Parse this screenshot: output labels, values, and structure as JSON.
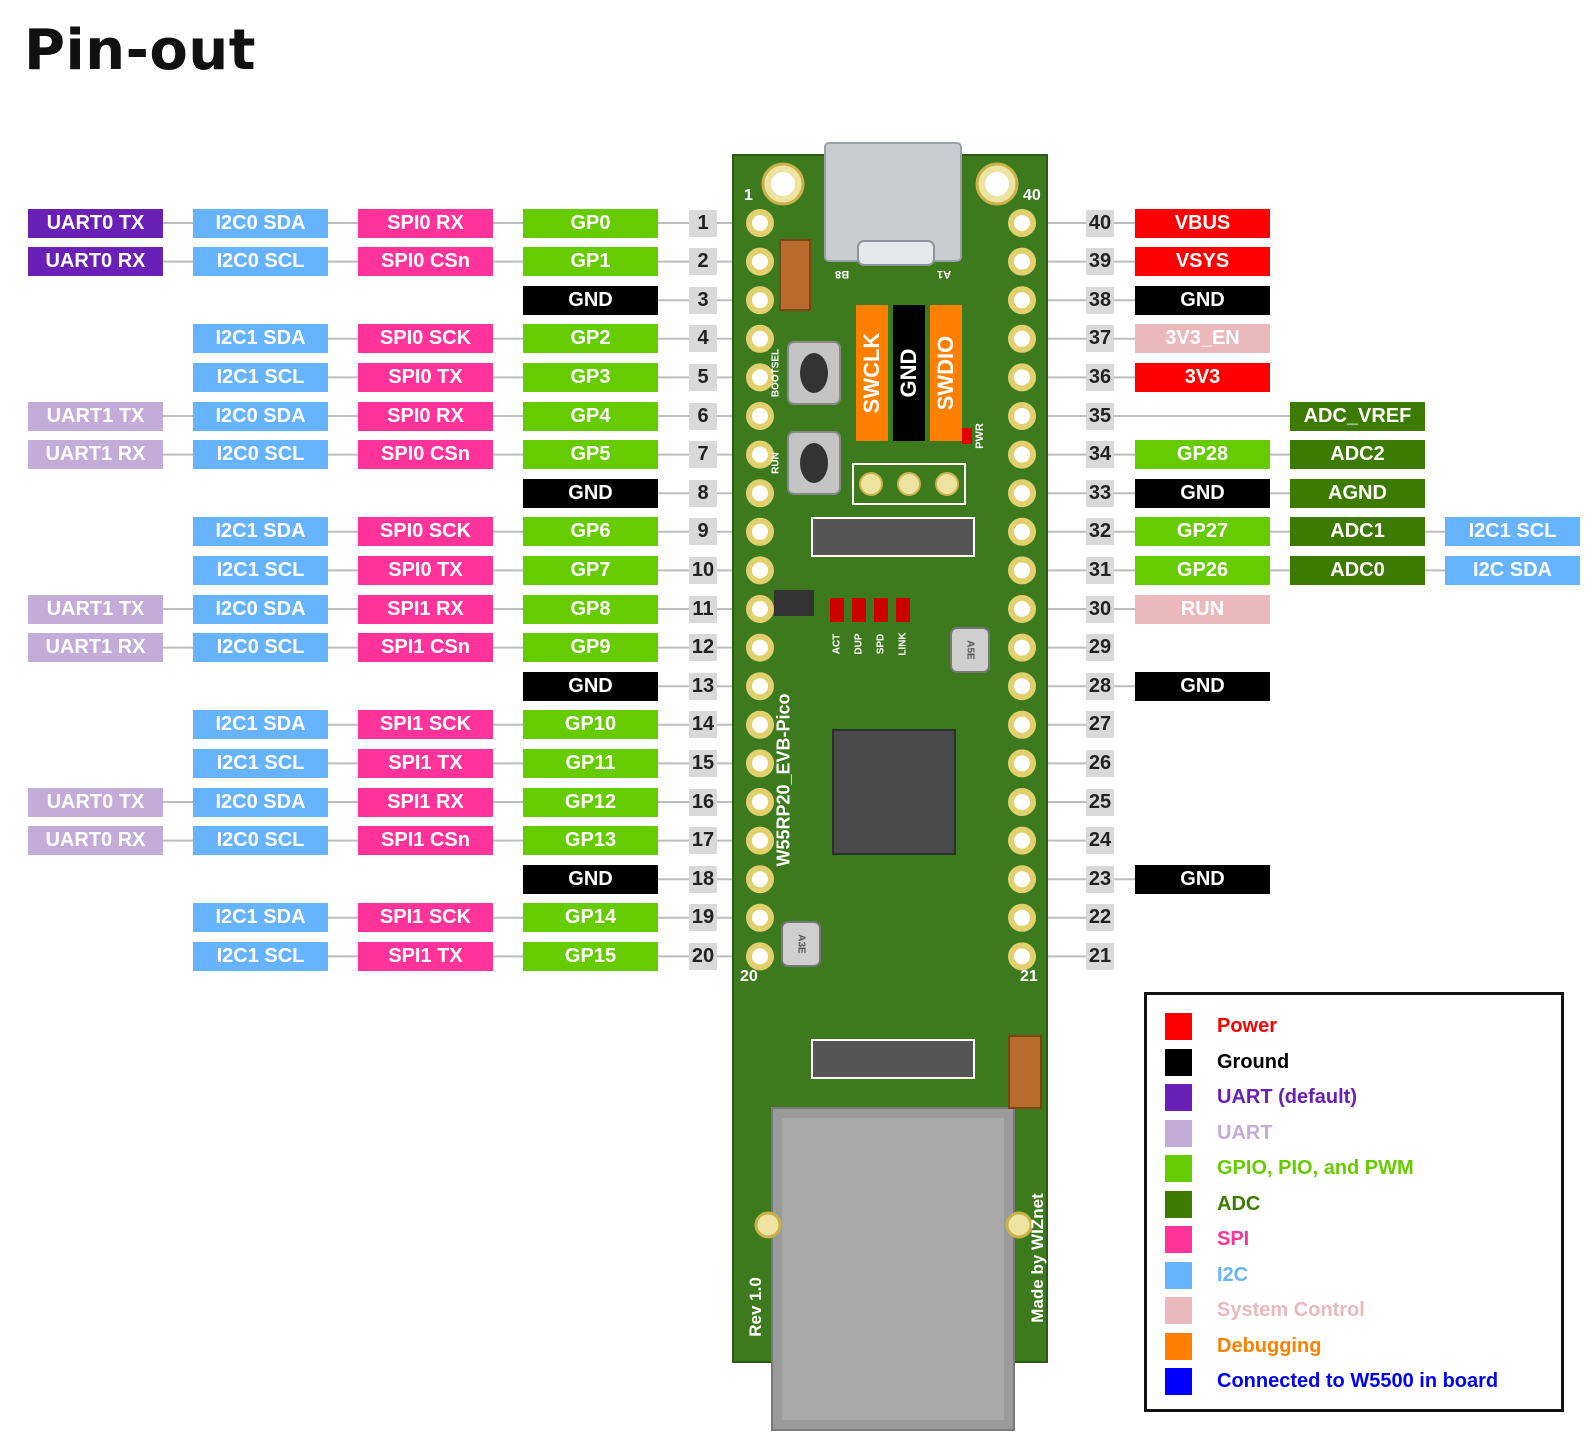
{
  "title": "Pin-out",
  "colors": {
    "power": "#ff0000",
    "ground": "#000000",
    "uart_default": "#6a1fb6",
    "uart": "#c3acd8",
    "gpio": "#66cc00",
    "adc": "#3d7a00",
    "spi": "#ff3399",
    "i2c": "#66b3ff",
    "system_control": "#ebb9bc",
    "debugging": "#ff8000",
    "w5500": "#0000ff",
    "pcb": "#3d7a1e",
    "pin_number_bg": "#d9d9d9"
  },
  "left_pins": [
    {
      "pin": "1",
      "labels": [
        {
          "text": "UART0 TX",
          "type": "uart_default"
        },
        {
          "text": "I2C0 SDA",
          "type": "i2c"
        },
        {
          "text": "SPI0 RX",
          "type": "spi"
        },
        {
          "text": "GP0",
          "type": "gpio"
        }
      ]
    },
    {
      "pin": "2",
      "labels": [
        {
          "text": "UART0 RX",
          "type": "uart_default"
        },
        {
          "text": "I2C0 SCL",
          "type": "i2c"
        },
        {
          "text": "SPI0 CSn",
          "type": "spi"
        },
        {
          "text": "GP1",
          "type": "gpio"
        }
      ]
    },
    {
      "pin": "3",
      "labels": [
        null,
        null,
        null,
        {
          "text": "GND",
          "type": "ground"
        }
      ]
    },
    {
      "pin": "4",
      "labels": [
        null,
        {
          "text": "I2C1 SDA",
          "type": "i2c"
        },
        {
          "text": "SPI0 SCK",
          "type": "spi"
        },
        {
          "text": "GP2",
          "type": "gpio"
        }
      ]
    },
    {
      "pin": "5",
      "labels": [
        null,
        {
          "text": "I2C1 SCL",
          "type": "i2c"
        },
        {
          "text": "SPI0 TX",
          "type": "spi"
        },
        {
          "text": "GP3",
          "type": "gpio"
        }
      ]
    },
    {
      "pin": "6",
      "labels": [
        {
          "text": "UART1 TX",
          "type": "uart"
        },
        {
          "text": "I2C0 SDA",
          "type": "i2c"
        },
        {
          "text": "SPI0 RX",
          "type": "spi"
        },
        {
          "text": "GP4",
          "type": "gpio"
        }
      ]
    },
    {
      "pin": "7",
      "labels": [
        {
          "text": "UART1 RX",
          "type": "uart"
        },
        {
          "text": "I2C0 SCL",
          "type": "i2c"
        },
        {
          "text": "SPI0 CSn",
          "type": "spi"
        },
        {
          "text": "GP5",
          "type": "gpio"
        }
      ]
    },
    {
      "pin": "8",
      "labels": [
        null,
        null,
        null,
        {
          "text": "GND",
          "type": "ground"
        }
      ]
    },
    {
      "pin": "9",
      "labels": [
        null,
        {
          "text": "I2C1 SDA",
          "type": "i2c"
        },
        {
          "text": "SPI0 SCK",
          "type": "spi"
        },
        {
          "text": "GP6",
          "type": "gpio"
        }
      ]
    },
    {
      "pin": "10",
      "labels": [
        null,
        {
          "text": "I2C1 SCL",
          "type": "i2c"
        },
        {
          "text": "SPI0 TX",
          "type": "spi"
        },
        {
          "text": "GP7",
          "type": "gpio"
        }
      ]
    },
    {
      "pin": "11",
      "labels": [
        {
          "text": "UART1 TX",
          "type": "uart"
        },
        {
          "text": "I2C0 SDA",
          "type": "i2c"
        },
        {
          "text": "SPI1 RX",
          "type": "spi"
        },
        {
          "text": "GP8",
          "type": "gpio"
        }
      ]
    },
    {
      "pin": "12",
      "labels": [
        {
          "text": "UART1 RX",
          "type": "uart"
        },
        {
          "text": "I2C0 SCL",
          "type": "i2c"
        },
        {
          "text": "SPI1 CSn",
          "type": "spi"
        },
        {
          "text": "GP9",
          "type": "gpio"
        }
      ]
    },
    {
      "pin": "13",
      "labels": [
        null,
        null,
        null,
        {
          "text": "GND",
          "type": "ground"
        }
      ]
    },
    {
      "pin": "14",
      "labels": [
        null,
        {
          "text": "I2C1 SDA",
          "type": "i2c"
        },
        {
          "text": "SPI1 SCK",
          "type": "spi"
        },
        {
          "text": "GP10",
          "type": "gpio"
        }
      ]
    },
    {
      "pin": "15",
      "labels": [
        null,
        {
          "text": "I2C1 SCL",
          "type": "i2c"
        },
        {
          "text": "SPI1 TX",
          "type": "spi"
        },
        {
          "text": "GP11",
          "type": "gpio"
        }
      ]
    },
    {
      "pin": "16",
      "labels": [
        {
          "text": "UART0 TX",
          "type": "uart"
        },
        {
          "text": "I2C0 SDA",
          "type": "i2c"
        },
        {
          "text": "SPI1 RX",
          "type": "spi"
        },
        {
          "text": "GP12",
          "type": "gpio"
        }
      ]
    },
    {
      "pin": "17",
      "labels": [
        {
          "text": "UART0 RX",
          "type": "uart"
        },
        {
          "text": "I2C0 SCL",
          "type": "i2c"
        },
        {
          "text": "SPI1 CSn",
          "type": "spi"
        },
        {
          "text": "GP13",
          "type": "gpio"
        }
      ]
    },
    {
      "pin": "18",
      "labels": [
        null,
        null,
        null,
        {
          "text": "GND",
          "type": "ground"
        }
      ]
    },
    {
      "pin": "19",
      "labels": [
        null,
        {
          "text": "I2C1 SDA",
          "type": "i2c"
        },
        {
          "text": "SPI1 SCK",
          "type": "spi"
        },
        {
          "text": "GP14",
          "type": "gpio"
        }
      ]
    },
    {
      "pin": "20",
      "labels": [
        null,
        {
          "text": "I2C1 SCL",
          "type": "i2c"
        },
        {
          "text": "SPI1 TX",
          "type": "spi"
        },
        {
          "text": "GP15",
          "type": "gpio"
        }
      ]
    }
  ],
  "right_pins": [
    {
      "pin": "40",
      "labels": [
        {
          "text": "VBUS",
          "type": "power"
        },
        null,
        null
      ]
    },
    {
      "pin": "39",
      "labels": [
        {
          "text": "VSYS",
          "type": "power"
        },
        null,
        null
      ]
    },
    {
      "pin": "38",
      "labels": [
        {
          "text": "GND",
          "type": "ground"
        },
        null,
        null
      ]
    },
    {
      "pin": "37",
      "labels": [
        {
          "text": "3V3_EN",
          "type": "system_control"
        },
        null,
        null
      ]
    },
    {
      "pin": "36",
      "labels": [
        {
          "text": "3V3",
          "type": "power"
        },
        null,
        null
      ]
    },
    {
      "pin": "35",
      "labels": [
        null,
        {
          "text": "ADC_VREF",
          "type": "adc"
        },
        null
      ]
    },
    {
      "pin": "34",
      "labels": [
        {
          "text": "GP28",
          "type": "gpio"
        },
        {
          "text": "ADC2",
          "type": "adc"
        },
        null
      ]
    },
    {
      "pin": "33",
      "labels": [
        {
          "text": "GND",
          "type": "ground"
        },
        {
          "text": "AGND",
          "type": "adc"
        },
        null
      ]
    },
    {
      "pin": "32",
      "labels": [
        {
          "text": "GP27",
          "type": "gpio"
        },
        {
          "text": "ADC1",
          "type": "adc"
        },
        {
          "text": "I2C1 SCL",
          "type": "i2c"
        }
      ]
    },
    {
      "pin": "31",
      "labels": [
        {
          "text": "GP26",
          "type": "gpio"
        },
        {
          "text": "ADC0",
          "type": "adc"
        },
        {
          "text": "I2C SDA",
          "type": "i2c"
        }
      ]
    },
    {
      "pin": "30",
      "labels": [
        {
          "text": "RUN",
          "type": "system_control"
        },
        null,
        null
      ]
    },
    {
      "pin": "29",
      "labels": [
        null,
        null,
        null
      ]
    },
    {
      "pin": "28",
      "labels": [
        {
          "text": "GND",
          "type": "ground"
        },
        null,
        null
      ]
    },
    {
      "pin": "27",
      "labels": [
        null,
        null,
        null
      ]
    },
    {
      "pin": "26",
      "labels": [
        null,
        null,
        null
      ]
    },
    {
      "pin": "25",
      "labels": [
        null,
        null,
        null
      ]
    },
    {
      "pin": "24",
      "labels": [
        null,
        null,
        null
      ]
    },
    {
      "pin": "23",
      "labels": [
        {
          "text": "GND",
          "type": "ground"
        },
        null,
        null
      ]
    },
    {
      "pin": "22",
      "labels": [
        null,
        null,
        null
      ]
    },
    {
      "pin": "21",
      "labels": [
        null,
        null,
        null
      ]
    }
  ],
  "board": {
    "corner_labels": [
      "1",
      "40",
      "20",
      "21"
    ],
    "debug_pins": [
      "SWCLK",
      "GND",
      "SWDIO"
    ],
    "buttons": [
      "BOOTSEL",
      "RUN"
    ],
    "power_led": "PWR",
    "leds": [
      "ACT",
      "DUP",
      "SPD",
      "LINK"
    ],
    "name": "W55RP20_EVB-Pico",
    "revision": "Rev 1.0",
    "maker": "Made by WIZnet",
    "usb_marks": [
      "B8",
      "A1"
    ],
    "chip_marks": [
      "A5E",
      "A3E"
    ]
  },
  "legend": [
    {
      "text": "Power",
      "type": "power"
    },
    {
      "text": "Ground",
      "type": "ground"
    },
    {
      "text": "UART  (default)",
      "type": "uart_default"
    },
    {
      "text": "UART",
      "type": "uart"
    },
    {
      "text": "GPIO, PIO, and PWM",
      "type": "gpio"
    },
    {
      "text": "ADC",
      "type": "adc"
    },
    {
      "text": "SPI",
      "type": "spi"
    },
    {
      "text": "I2C",
      "type": "i2c"
    },
    {
      "text": "System Control",
      "type": "system_control"
    },
    {
      "text": "Debugging",
      "type": "debugging"
    },
    {
      "text": "Connected to W5500 in board",
      "type": "w5500"
    }
  ]
}
